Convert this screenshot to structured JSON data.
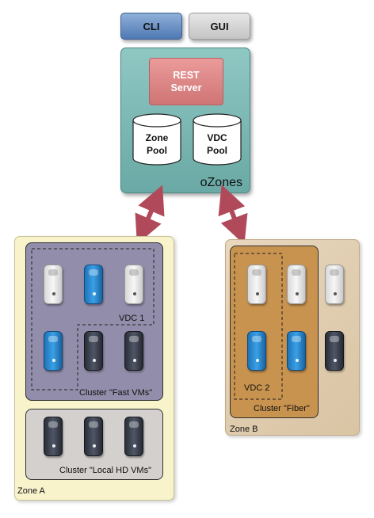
{
  "clients": {
    "cli": "CLI",
    "gui": "GUI"
  },
  "ozones": {
    "title": "oZones",
    "rest_server": "REST\nServer",
    "zone_pool": [
      "Zone",
      "Pool"
    ],
    "vdc_pool": [
      "VDC",
      "Pool"
    ]
  },
  "zones": {
    "zone_a": {
      "label": "Zone A",
      "clusters": {
        "fast": {
          "label": "Cluster \"Fast VMs\"",
          "vdc_label": "VDC 1"
        },
        "local": {
          "label": "Cluster \"Local HD VMs\""
        }
      }
    },
    "zone_b": {
      "label": "Zone B",
      "clusters": {
        "fiber": {
          "label": "Cluster \"Fiber\"",
          "vdc_label": "VDC 2"
        }
      }
    }
  },
  "colors": {
    "cli": "#6f94c8",
    "gui": "#d3d3d3",
    "ozones": "#7cb8b4",
    "rest_server": "#dd8686",
    "zone_a": "#f9f3cc",
    "zone_b": "#dfcbab",
    "cluster_fast": "#928daa",
    "cluster_local": "#d3d0cd",
    "cluster_fiber": "#c8924f",
    "arrow": "#b04a5a"
  },
  "icons": {
    "server_types": [
      "silver-server-icon",
      "blue-server-icon",
      "dark-server-icon"
    ]
  }
}
